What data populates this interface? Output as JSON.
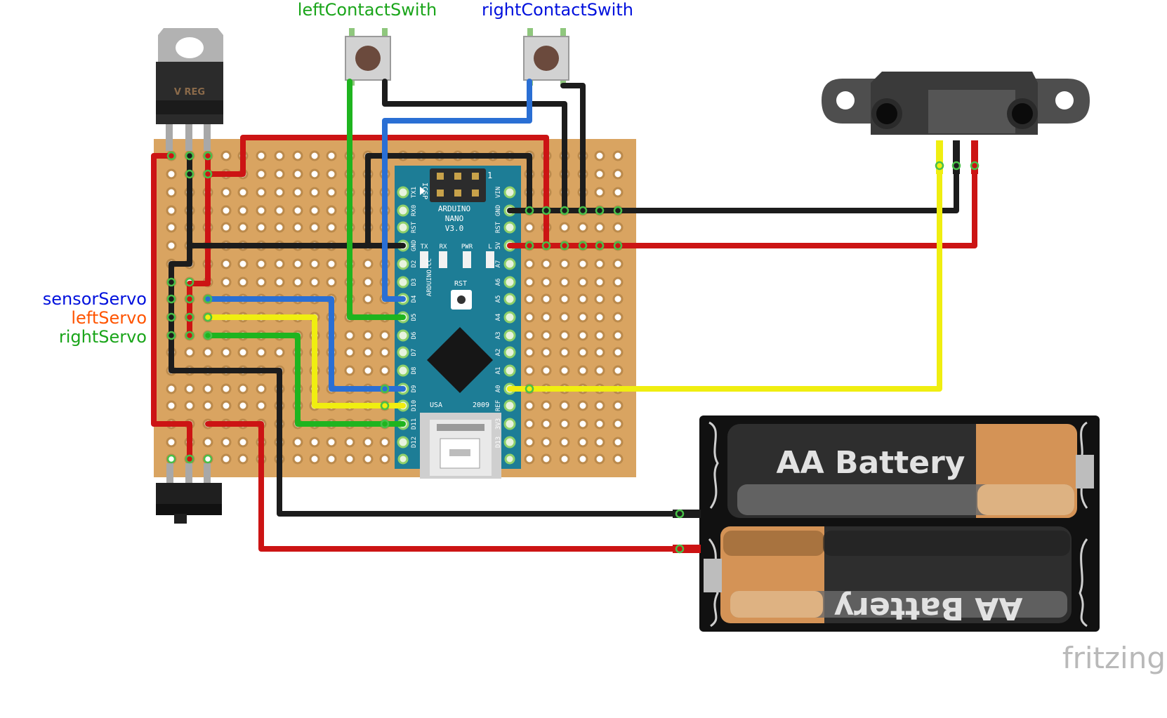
{
  "labels": {
    "left_switch": "leftContactSwith",
    "right_switch": "rightContactSwith",
    "sensor_servo": "sensorServo",
    "left_servo": "leftServo",
    "right_servo": "rightServo"
  },
  "regulator": {
    "label": "V REG"
  },
  "arduino": {
    "name_line1": "ARDUINO",
    "name_line2": "NANO",
    "name_line3": "V3.0",
    "icsp": "ICSP",
    "icsp_pin1": "1",
    "site": "ARDUINO.CC",
    "usa": "USA",
    "year": "2009",
    "rst": "RST",
    "leds": [
      "TX",
      "RX",
      "PWR",
      "L"
    ],
    "left_pins": [
      "TX1",
      "RX0",
      "RST",
      "GND",
      "D2",
      "D3",
      "D4",
      "D5",
      "D6",
      "D7",
      "D8",
      "D9",
      "D10",
      "D11",
      "D12"
    ],
    "right_pins": [
      "VIN",
      "GND",
      "RST",
      "5V",
      "A7",
      "A6",
      "A5",
      "A4",
      "A3",
      "A2",
      "A1",
      "A0",
      "REF",
      "3V3",
      "D13"
    ]
  },
  "battery": {
    "top": "AA Battery",
    "bottom": "AA Battery"
  },
  "watermark": "fritzing",
  "colors": {
    "board": "#d9a461",
    "hole_fill": "#ffffff",
    "hole_ring": "#bb8a4c",
    "arduino": "#1d7d96",
    "wire_red": "#cc1414",
    "wire_black": "#1c1c1c",
    "wire_blue": "#2a6fd4",
    "wire_green": "#1fb41f",
    "wire_yellow": "#f0ee10",
    "label_blue": "#0010dd",
    "label_orange": "#ff5400",
    "label_green": "#1aa51a"
  }
}
